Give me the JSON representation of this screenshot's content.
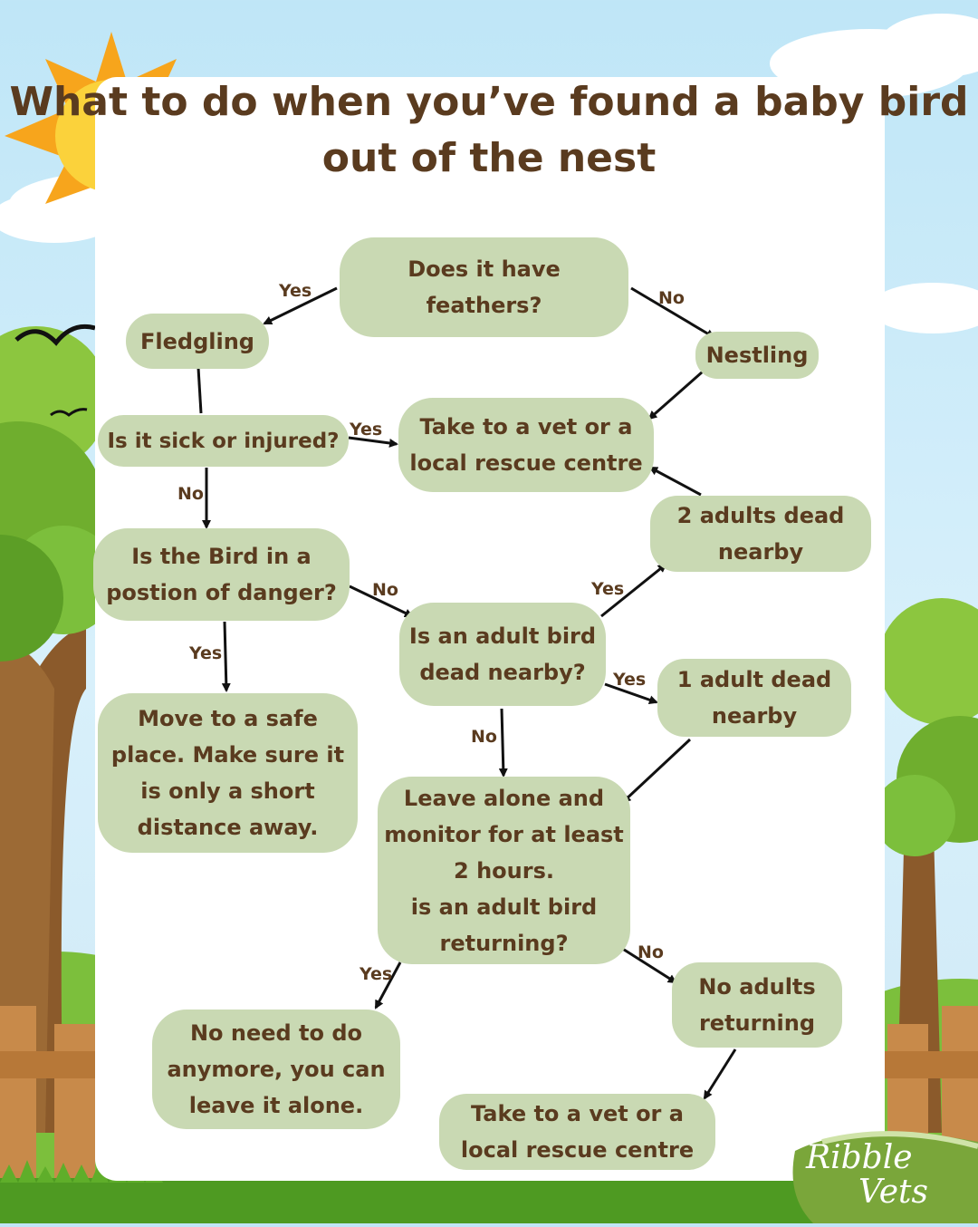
{
  "title": {
    "line1": "What to do when you’ve found a baby bird",
    "line2": "out of the nest"
  },
  "colors": {
    "node_fill": "#c9d9b3",
    "text": "#5a3b1f",
    "arrow": "#111111",
    "panel": "#ffffff"
  },
  "nodes": {
    "feathers": "Does it have\nfeathers?",
    "fledgling": "Fledgling",
    "nestling": "Nestling",
    "sick": "Is it sick or injured?",
    "vet_top": "Take to a vet or a\nlocal rescue centre",
    "two_dead": "2 adults dead\nnearby",
    "danger": "Is the Bird in a\npostion of danger?",
    "adult_dead": "Is an adult bird\ndead nearby?",
    "one_dead": "1 adult dead\nnearby",
    "move_safe": "Move to a safe\nplace. Make sure it\nis only a short\ndistance away.",
    "leave_alone": "Leave alone and\nmonitor for at least\n2 hours.\nis an adult bird\nreturning?",
    "no_adults": "No adults\nreturning",
    "no_need": "No need to do\nanymore, you can\nleave it alone.",
    "vet_bottom": "Take to a vet or a\nlocal rescue centre"
  },
  "edge_labels": {
    "feathers_yes": "Yes",
    "feathers_no": "No",
    "sick_yes": "Yes",
    "sick_no": "No",
    "danger_no": "No",
    "danger_yes": "Yes",
    "adult_dead_yes_two": "Yes",
    "adult_dead_yes_one": "Yes",
    "adult_dead_no": "No",
    "returning_no": "No",
    "returning_yes": "Yes"
  },
  "logo": {
    "line1": "Ribble",
    "line2": "Vets"
  }
}
